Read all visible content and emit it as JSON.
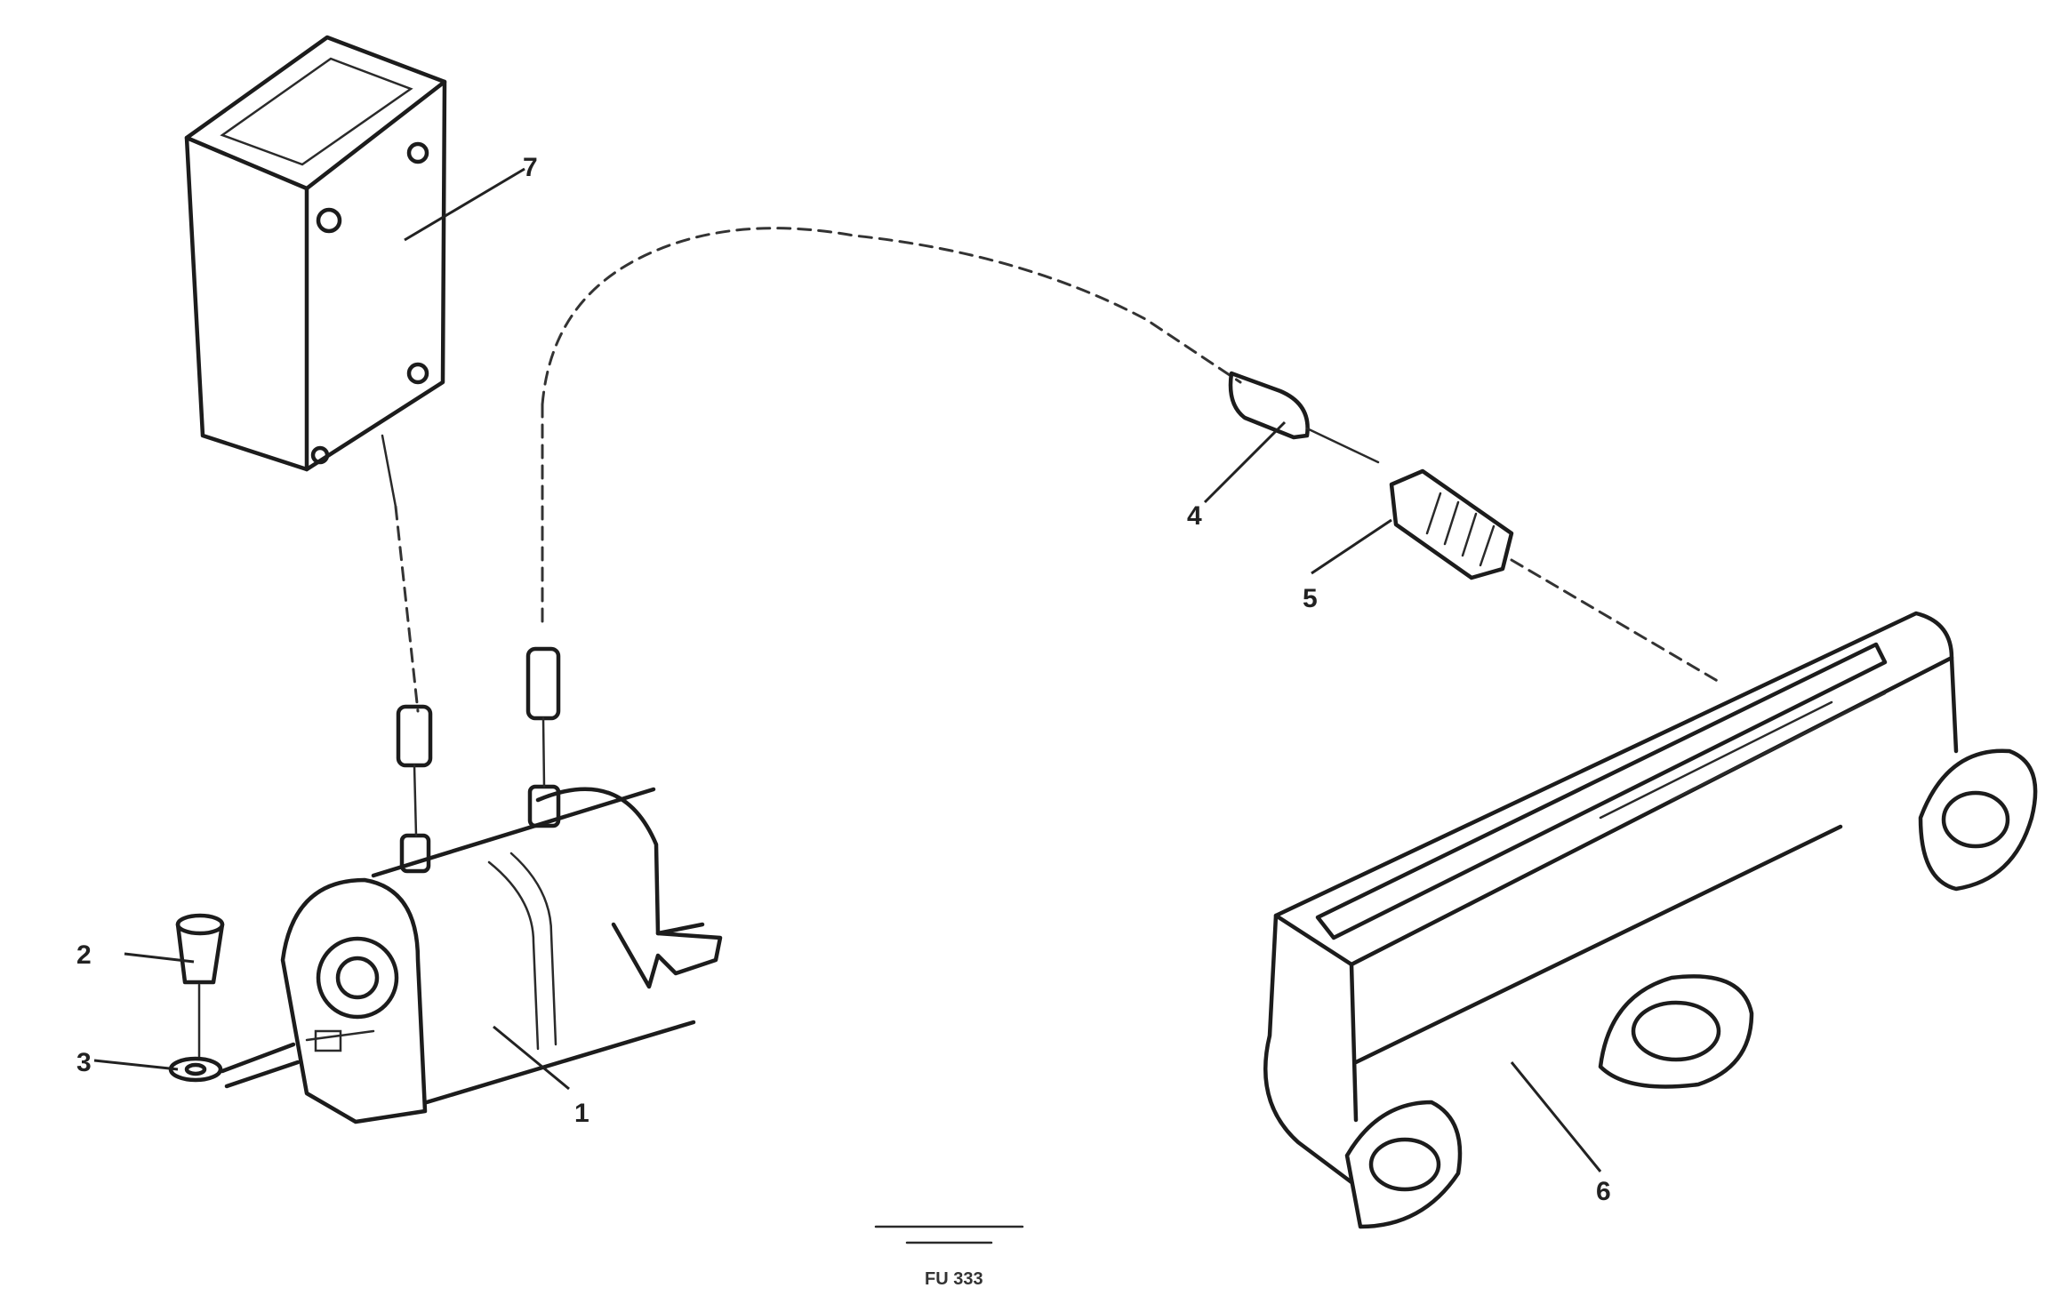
{
  "diagram": {
    "callouts": {
      "p1": "1",
      "p2": "2",
      "p3": "3",
      "p4": "4",
      "p5": "5",
      "p6": "6",
      "p7": "7"
    },
    "figure_id": "FU 333"
  }
}
